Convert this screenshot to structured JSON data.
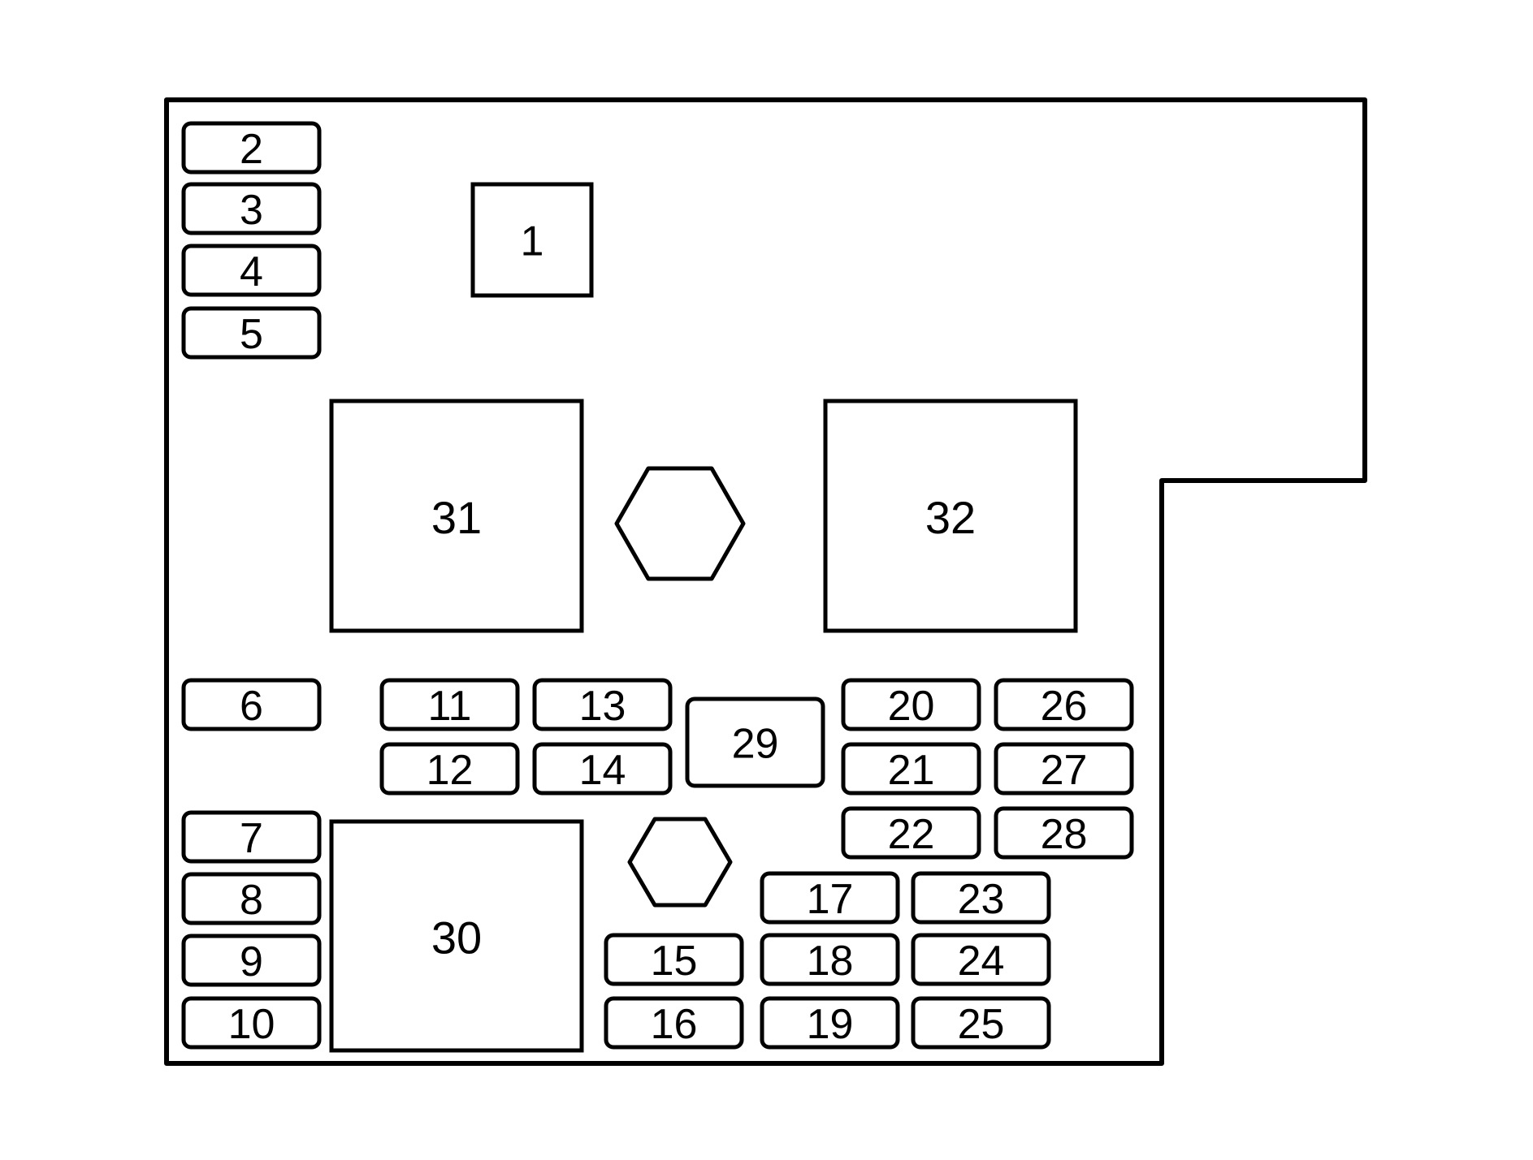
{
  "diagram": {
    "fuses": [
      {
        "id": "2",
        "label": "2"
      },
      {
        "id": "3",
        "label": "3"
      },
      {
        "id": "4",
        "label": "4"
      },
      {
        "id": "5",
        "label": "5"
      },
      {
        "id": "6",
        "label": "6"
      },
      {
        "id": "7",
        "label": "7"
      },
      {
        "id": "8",
        "label": "8"
      },
      {
        "id": "9",
        "label": "9"
      },
      {
        "id": "10",
        "label": "10"
      },
      {
        "id": "11",
        "label": "11"
      },
      {
        "id": "12",
        "label": "12"
      },
      {
        "id": "13",
        "label": "13"
      },
      {
        "id": "14",
        "label": "14"
      },
      {
        "id": "15",
        "label": "15"
      },
      {
        "id": "16",
        "label": "16"
      },
      {
        "id": "17",
        "label": "17"
      },
      {
        "id": "18",
        "label": "18"
      },
      {
        "id": "19",
        "label": "19"
      },
      {
        "id": "20",
        "label": "20"
      },
      {
        "id": "21",
        "label": "21"
      },
      {
        "id": "22",
        "label": "22"
      },
      {
        "id": "23",
        "label": "23"
      },
      {
        "id": "24",
        "label": "24"
      },
      {
        "id": "25",
        "label": "25"
      },
      {
        "id": "26",
        "label": "26"
      },
      {
        "id": "27",
        "label": "27"
      },
      {
        "id": "28",
        "label": "28"
      }
    ],
    "relays": [
      {
        "id": "1",
        "label": "1"
      },
      {
        "id": "29",
        "label": "29"
      },
      {
        "id": "30",
        "label": "30"
      },
      {
        "id": "31",
        "label": "31"
      },
      {
        "id": "32",
        "label": "32"
      }
    ]
  }
}
